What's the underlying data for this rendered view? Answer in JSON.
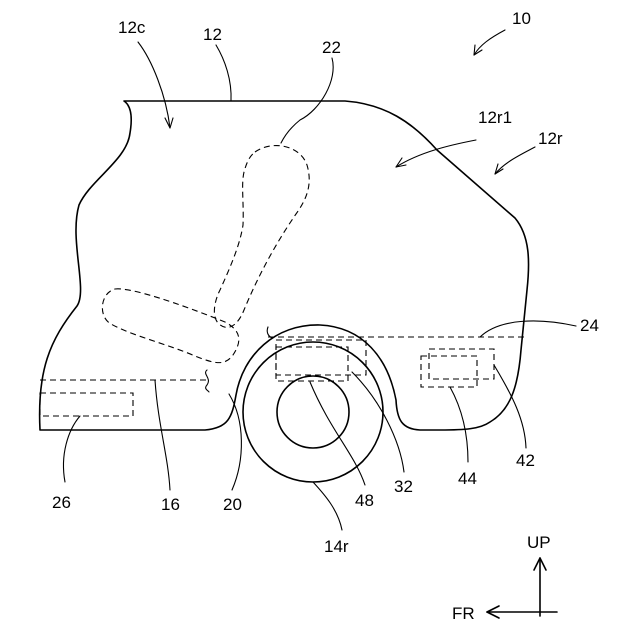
{
  "labels": {
    "ref_10": "10",
    "ref_12": "12",
    "ref_12c": "12c",
    "ref_12r": "12r",
    "ref_12r1": "12r1",
    "ref_14r": "14r",
    "ref_16": "16",
    "ref_20": "20",
    "ref_22": "22",
    "ref_24": "24",
    "ref_26": "26",
    "ref_32": "32",
    "ref_42": "42",
    "ref_44": "44",
    "ref_48": "48"
  },
  "axes": {
    "up": "UP",
    "front": "FR"
  },
  "colors": {
    "line": "#000000",
    "background": "#ffffff"
  }
}
